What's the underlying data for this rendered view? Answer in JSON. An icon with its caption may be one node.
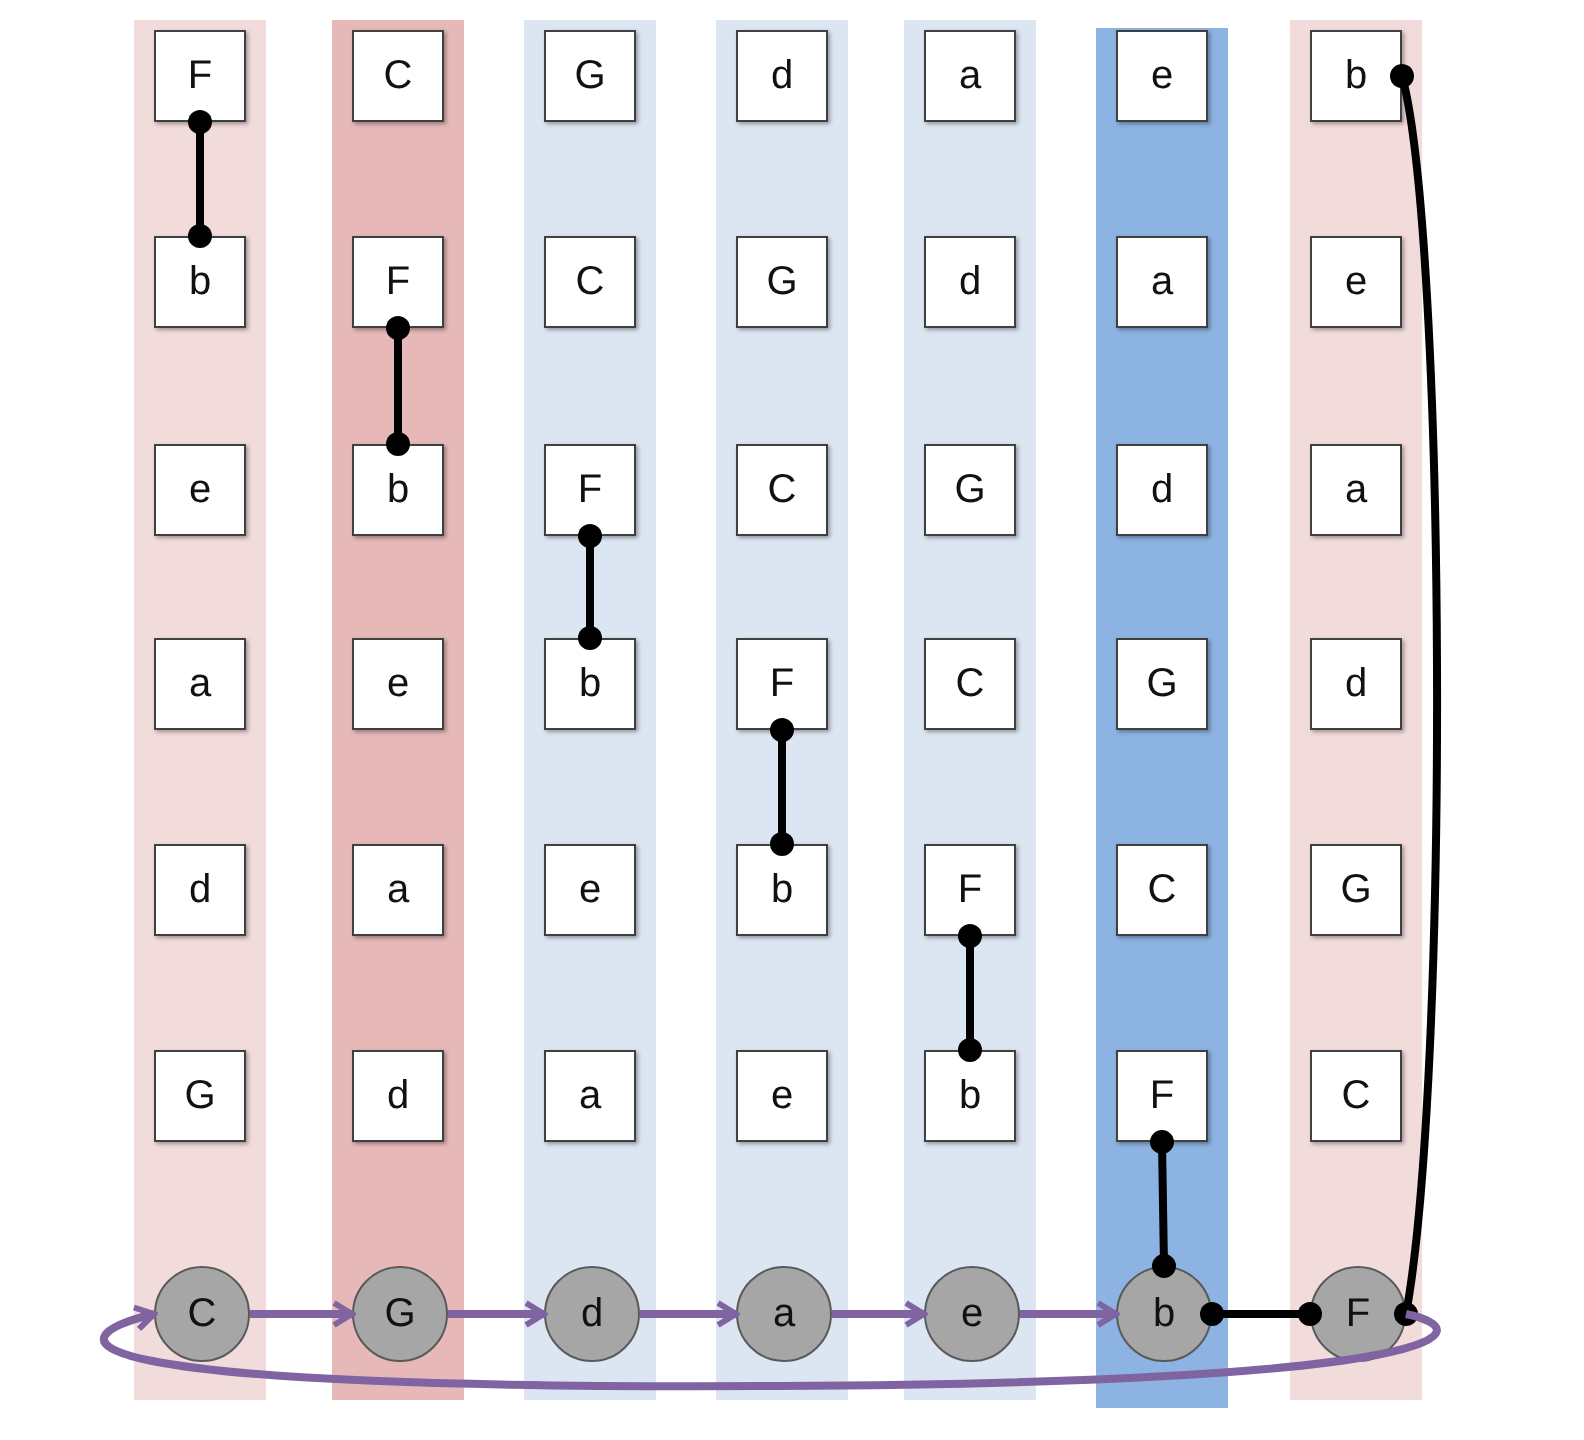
{
  "diagram": {
    "nodes": [
      {
        "text": [],
        "shape": "bar"
      },
      {
        "text": [
          "F"
        ],
        "in": 0
      },
      {
        "text": [
          "b"
        ],
        "in": 0
      },
      {
        "text": [
          "e"
        ],
        "in": 0
      },
      {
        "text": [
          "a"
        ],
        "in": 0
      },
      {
        "text": [
          "d"
        ],
        "in": 0
      },
      {
        "text": [
          "G"
        ],
        "in": 0
      },
      {
        "text": [
          "C"
        ],
        "in": 0
      },
      {
        "text": [],
        "shape": "bar"
      },
      {
        "text": [
          "C"
        ],
        "in": 8
      },
      {
        "text": [
          "F"
        ],
        "in": 8
      },
      {
        "text": [
          "b"
        ],
        "in": 8
      },
      {
        "text": [
          "e"
        ],
        "in": 8
      },
      {
        "text": [
          "a"
        ],
        "in": 8
      },
      {
        "text": [
          "d"
        ],
        "in": 8
      },
      {
        "text": [
          "G"
        ],
        "in": 8
      },
      {
        "text": [],
        "shape": "bar"
      },
      {
        "text": [
          "G"
        ],
        "in": 16
      },
      {
        "text": [
          "C"
        ],
        "in": 16
      },
      {
        "text": [
          "F"
        ],
        "in": 16
      },
      {
        "text": [
          "b"
        ],
        "in": 16
      },
      {
        "text": [
          "e"
        ],
        "in": 16
      },
      {
        "text": [
          "a"
        ],
        "in": 16
      },
      {
        "text": [
          "d"
        ],
        "in": 16
      },
      {
        "text": [],
        "shape": "bar"
      },
      {
        "text": [
          "d"
        ],
        "in": 24
      },
      {
        "text": [
          "G"
        ],
        "in": 24
      },
      {
        "text": [
          "C"
        ],
        "in": 24
      },
      {
        "text": [
          "F"
        ],
        "in": 24
      },
      {
        "text": [
          "b"
        ],
        "in": 24
      },
      {
        "text": [
          "e"
        ],
        "in": 24
      },
      {
        "text": [
          "a"
        ],
        "in": 24
      },
      {
        "text": [],
        "shape": "bar"
      },
      {
        "text": [
          "a"
        ],
        "in": 32
      },
      {
        "text": [
          "d"
        ],
        "in": 32
      },
      {
        "text": [
          "G"
        ],
        "in": 32
      },
      {
        "text": [
          "C"
        ],
        "in": 32
      },
      {
        "text": [
          "F"
        ],
        "in": 32
      },
      {
        "text": [
          "b"
        ],
        "in": 32
      },
      {
        "text": [
          "e"
        ],
        "in": 32
      },
      {
        "text": [],
        "shape": "bar"
      },
      {
        "text": [
          "e"
        ],
        "in": 40
      },
      {
        "text": [
          "a"
        ],
        "in": 40
      },
      {
        "text": [
          "d"
        ],
        "in": 40
      },
      {
        "text": [
          "G"
        ],
        "in": 40
      },
      {
        "text": [
          "C"
        ],
        "in": 40
      },
      {
        "text": [
          "F"
        ],
        "in": 40
      },
      {
        "text": [
          "b"
        ],
        "in": 40
      },
      {
        "text": [],
        "shape": "bar"
      },
      {
        "text": [
          "b"
        ],
        "in": 48
      },
      {
        "text": [
          "e"
        ],
        "in": 48
      },
      {
        "text": [
          "a"
        ],
        "in": 48
      },
      {
        "text": [
          "d"
        ],
        "in": 48
      },
      {
        "text": [
          "G"
        ],
        "in": 48
      },
      {
        "text": [
          "C"
        ],
        "in": 48
      },
      {
        "text": [
          "F"
        ],
        "in": 48
      }
    ],
    "edges": [
      {
        "from": 1,
        "to": 2,
        "arrow": "other"
      },
      {
        "from": 10,
        "to": 11,
        "arrow": "other"
      },
      {
        "from": 19,
        "to": 20,
        "arrow": "other"
      },
      {
        "from": 28,
        "to": 29,
        "arrow": "other"
      },
      {
        "from": 37,
        "to": 38,
        "arrow": "other"
      },
      {
        "from": 46,
        "to": 47,
        "arrow": "other"
      },
      {
        "from": 47,
        "to": 55,
        "arrow": "other"
      },
      {
        "from": 49,
        "to": 55,
        "arrow": "other"
      },
      {
        "from": 7,
        "to": 15,
        "arrow": "to",
        "color": "#8064a2"
      },
      {
        "from": 15,
        "to": 23,
        "arrow": "to",
        "color": "#8064a2"
      },
      {
        "from": 23,
        "to": 31,
        "arrow": "to",
        "color": "#8064a2"
      },
      {
        "from": 31,
        "to": 39,
        "arrow": "to",
        "color": "#8064a2"
      },
      {
        "from": 39,
        "to": 47,
        "arrow": "to",
        "color": "#8064a2"
      },
      {
        "from": 55,
        "to": 7,
        "arrow": "to",
        "color": "#8064a2"
      }
    ]
  }
}
